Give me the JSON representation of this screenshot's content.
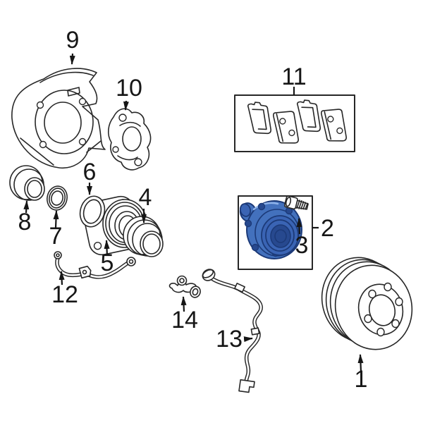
{
  "colors": {
    "background": "#ffffff",
    "line": "#272727",
    "label": "#161616",
    "highlight": "#4371bd",
    "highlight_dark": "#1c3a78",
    "highlight_mid": "#3a64b4",
    "highlight_deep": "#27498f",
    "highlight_light": "#8fb3ea"
  },
  "diagram": {
    "type": "exploded-parts-diagram",
    "highlighted_callout": "2"
  },
  "callouts": {
    "1": {
      "label": "1"
    },
    "2": {
      "label": "2"
    },
    "3": {
      "label": "3"
    },
    "4": {
      "label": "4"
    },
    "5": {
      "label": "5"
    },
    "6": {
      "label": "6"
    },
    "7": {
      "label": "7"
    },
    "8": {
      "label": "8"
    },
    "9": {
      "label": "9"
    },
    "10": {
      "label": "10"
    },
    "11": {
      "label": "11"
    },
    "12": {
      "label": "12"
    },
    "13": {
      "label": "13"
    },
    "14": {
      "label": "14"
    }
  }
}
